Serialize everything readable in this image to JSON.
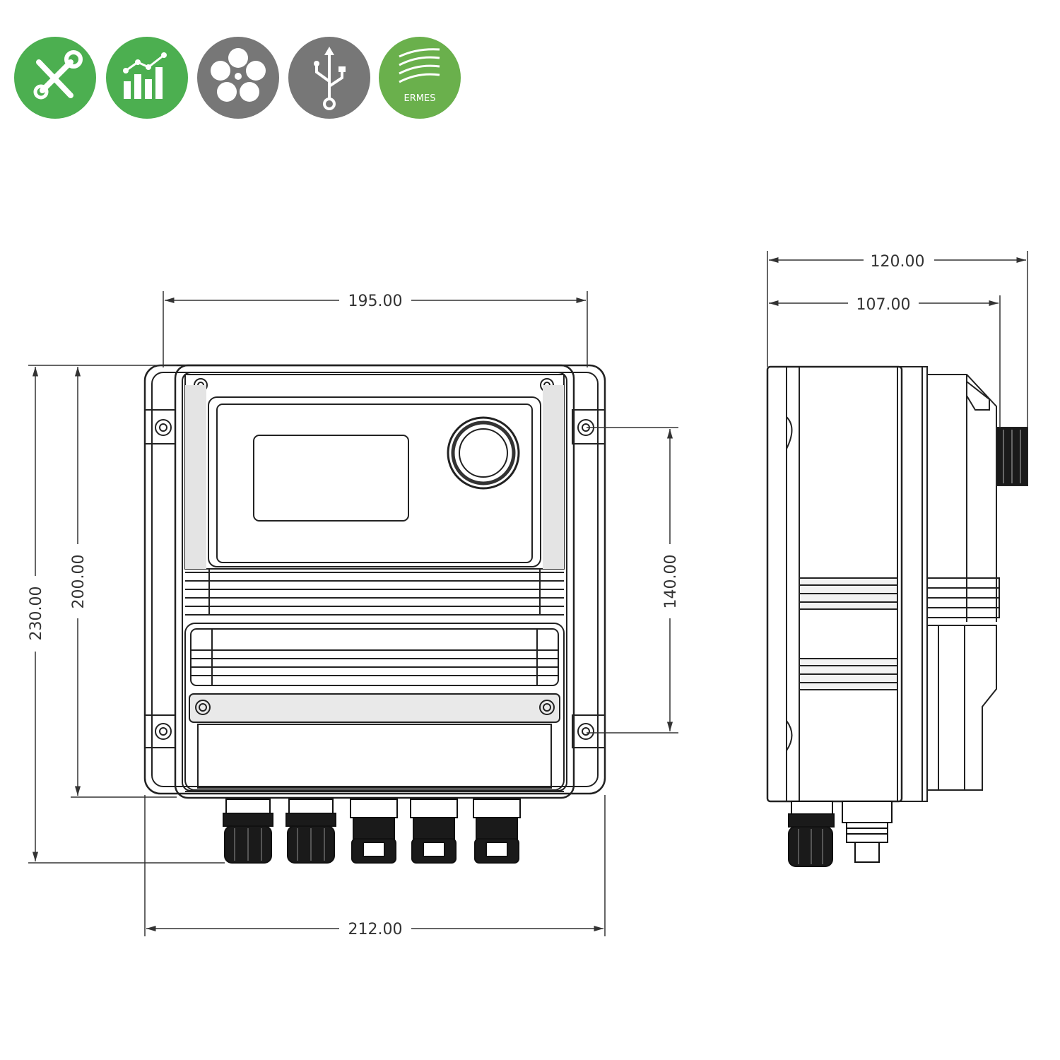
{
  "badges": [
    {
      "icon": "tools-icon",
      "color": "#4caf50"
    },
    {
      "icon": "chart-icon",
      "color": "#4caf50"
    },
    {
      "icon": "flower-icon",
      "color": "#777777"
    },
    {
      "icon": "usb-icon",
      "color": "#777777"
    },
    {
      "icon": "ermes-logo-icon",
      "color": "#6ab04c",
      "text": "ERMES"
    }
  ],
  "dimensions": {
    "front_inner_width": "195.00",
    "front_outer_width": "212.00",
    "front_total_height": "230.00",
    "front_body_height": "200.00",
    "mounting_hole_distance": "140.00",
    "side_total_depth": "120.00",
    "side_body_depth": "107.00"
  },
  "colors": {
    "line": "#222222",
    "dim_line": "#333333",
    "gland": "#1a1a1a"
  }
}
